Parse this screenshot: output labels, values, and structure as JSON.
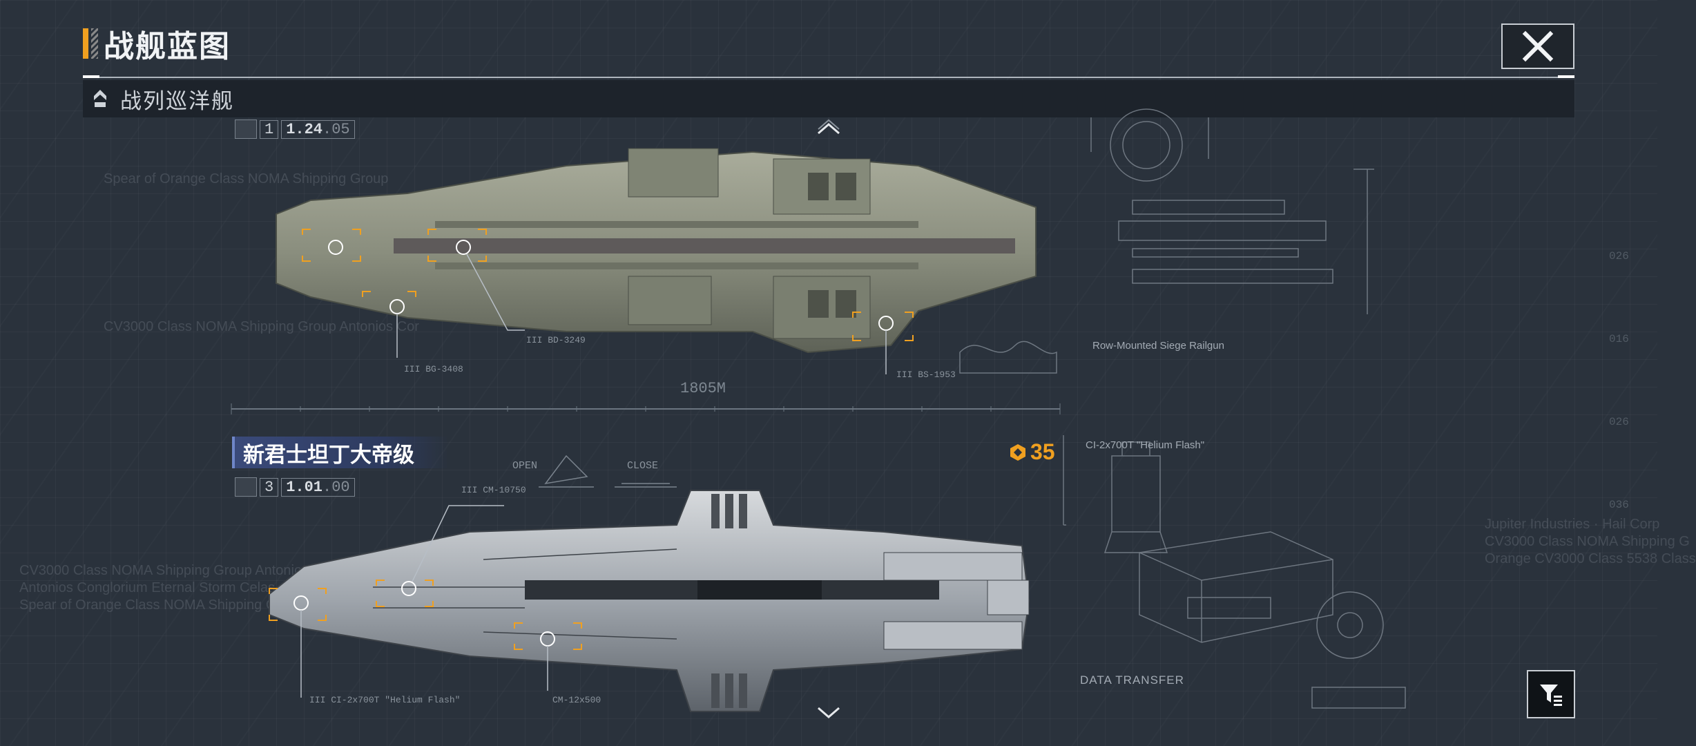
{
  "header": {
    "title": "战舰蓝图",
    "close_icon": "close-icon",
    "category": "战列巡洋舰",
    "category_icon": "rank-chevron-icon"
  },
  "ship_top": {
    "version_count": "1",
    "version": "1.24",
    "version_suffix": ".05",
    "length": "1805M",
    "hardpoints": [
      {
        "label": "III BD-3249"
      },
      {
        "label": "III BG-3408"
      },
      {
        "label": "III BS-1953"
      }
    ],
    "blueprint_title": "Row-Mounted Siege Railgun"
  },
  "ship_bottom": {
    "name": "新君士坦丁大帝级",
    "version_count": "3",
    "version": "1.01",
    "version_suffix": ".00",
    "cost": "35",
    "cost_icon": "hexagon-cost-icon",
    "hardpoints": [
      {
        "label": "III CM-10750"
      },
      {
        "label": "III CI-2x700T \"Helium Flash\""
      },
      {
        "label": "CM-12x500"
      }
    ],
    "blueprint_title": "CI-2x700T \"Helium Flash\"",
    "open_label": "OPEN",
    "close_label": "CLOSE",
    "data_transfer": "DATA TRANSFER"
  },
  "background_text": [
    "Spear of Orange Class NOMA Shipping Group",
    "CV3000 Class NOMA Shipping Group Antonios Cor",
    "CV3000 Class NOMA Shipping Group Antonios Cor",
    "Antonios Conglorium Eternal Storm Celas",
    "Spear of Orange Class NOMA Shipping Group",
    "Jupiter Industries · Hail Corp",
    "CV3000 Class NOMA Shipping G",
    "Orange CV3000 Class 5538 Class"
  ],
  "side_ticks": [
    "026",
    "016",
    "026",
    "036"
  ],
  "controls": {
    "scroll_up_icon": "chevron-up-icon",
    "scroll_down_icon": "chevron-down-icon",
    "filter_icon": "filter-icon"
  },
  "colors": {
    "accent": "#f0a020",
    "background": "#2a323c",
    "panel": "#1d232b",
    "ship_name_bg": "#3a4a7a"
  }
}
